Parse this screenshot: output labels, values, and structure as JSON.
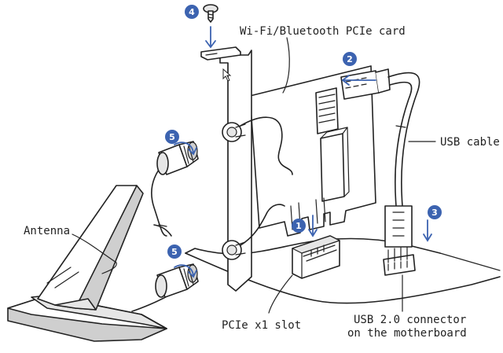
{
  "labels": {
    "wifi_card": "Wi-Fi/Bluetooth PCIe card",
    "usb_cable": "USB cable",
    "antenna": "Antenna",
    "pcie_slot": "PCIe x1 slot",
    "usb_connector_line1": "USB 2.0 connector",
    "usb_connector_line2": "on the motherboard"
  },
  "steps": {
    "s1": "1",
    "s2": "2",
    "s3": "3",
    "s4": "4",
    "s5a": "5",
    "s5b": "5"
  },
  "colors": {
    "line": "#222222",
    "step_badge": "#3c63b0"
  }
}
